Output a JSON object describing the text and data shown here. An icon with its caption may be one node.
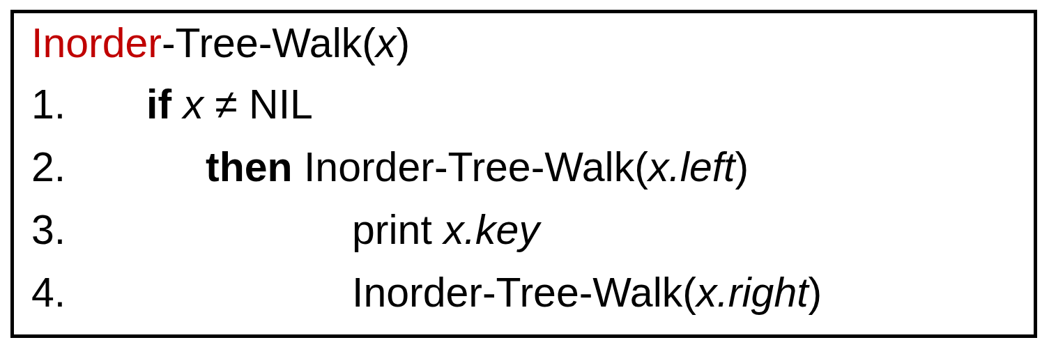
{
  "diagram": {
    "nodes": [
      {
        "text": [
          "Inorder-Tree-Walk(*x*)",
          "1. **if** *x* ≠ NIL",
          "2. **then** Inorder-Tree-Walk(*x.left*)",
          "3. print *x.key*",
          "4. Inorder-Tree-Walk(*x.right*)"
        ]
      }
    ]
  }
}
